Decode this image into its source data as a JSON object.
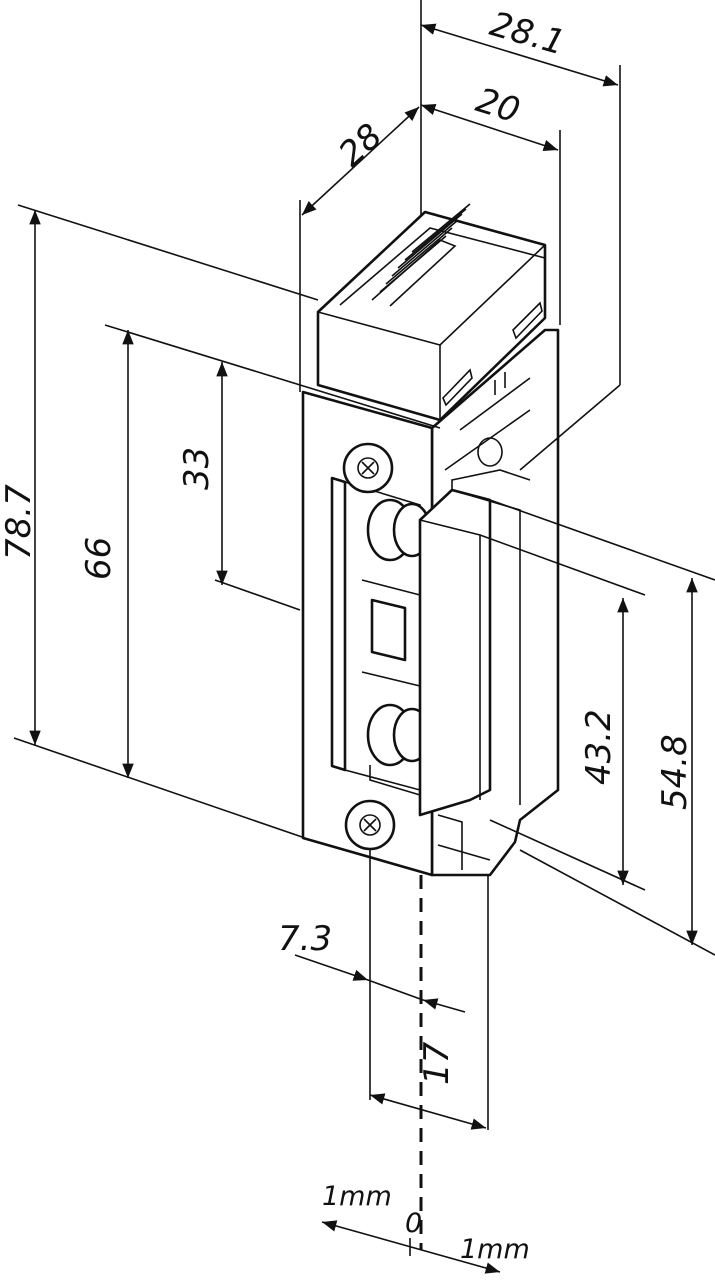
{
  "dimensions": {
    "width_top_outer": "28.1",
    "width_top": "20",
    "depth": "28",
    "height_total": "78.7",
    "height_mid": "66",
    "height_upper": "33",
    "height_lower": "43.2",
    "height_lower_outer": "54.8",
    "offset_screw": "7.3",
    "offset_front": "17"
  },
  "scale": {
    "left": "1mm",
    "center": "0",
    "right": "1mm"
  },
  "colors": {
    "line": "#111111",
    "background": "#ffffff"
  }
}
